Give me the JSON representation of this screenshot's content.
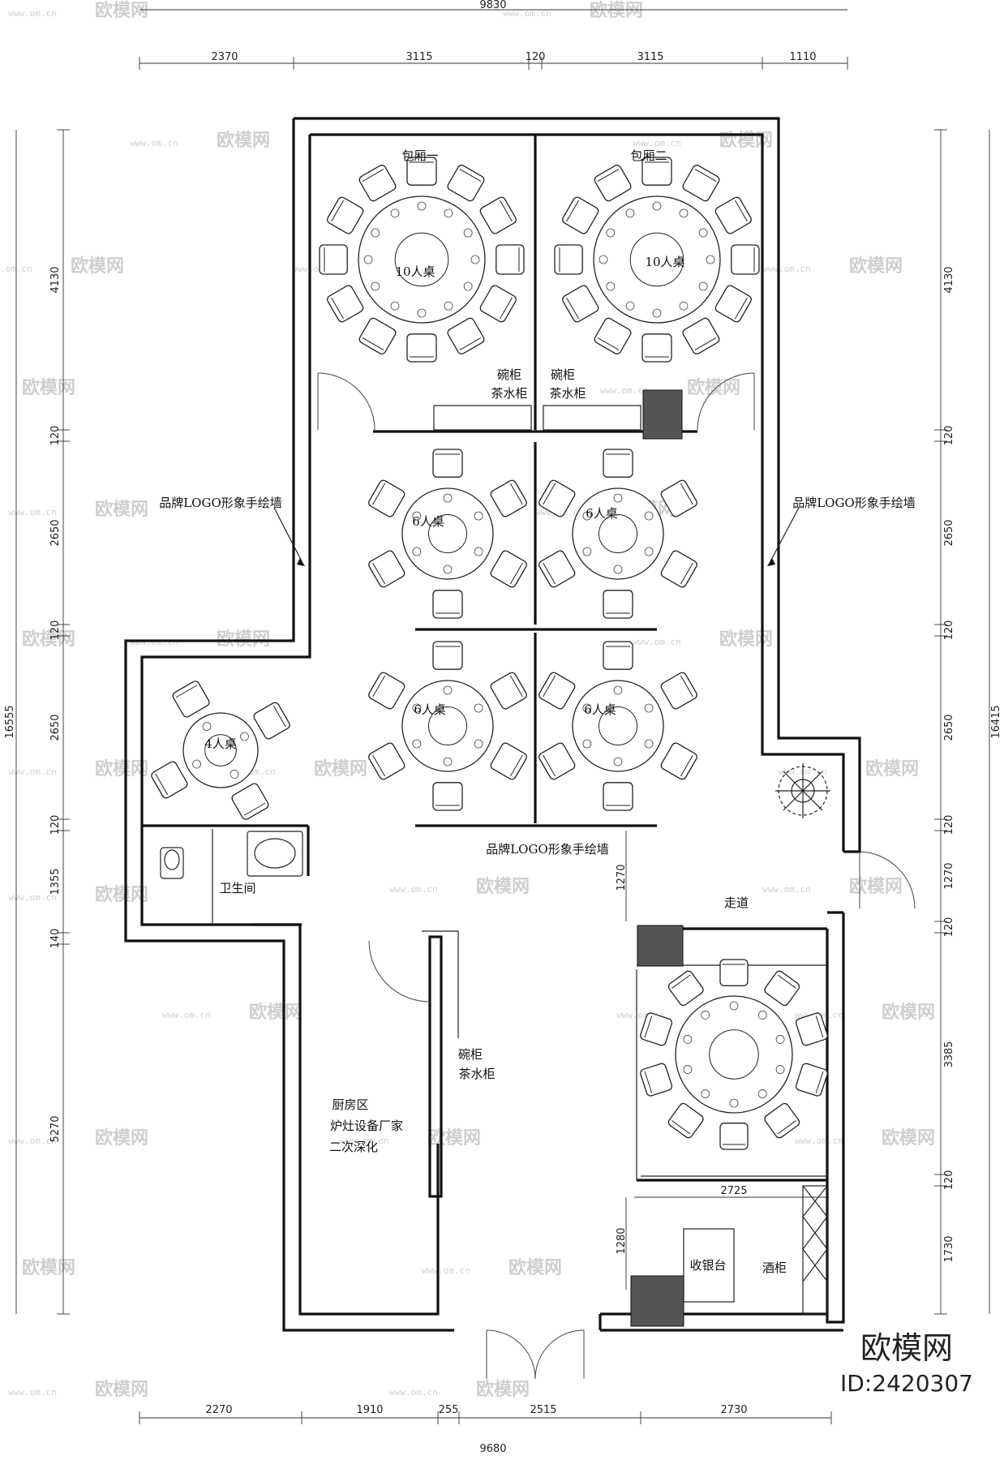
{
  "dimensions": {
    "top_total": "9830",
    "top_segments": [
      "2370",
      "3115",
      "120",
      "3115",
      "1110"
    ],
    "bottom_total": "9680",
    "bottom_segments": [
      "2270",
      "1910",
      "255",
      "2515",
      "2730"
    ],
    "left_total": "16555",
    "left_segments": [
      "4130",
      "120",
      "2650",
      "120",
      "2650",
      "120",
      "1355",
      "140",
      "5270"
    ],
    "right_total": "16415",
    "right_segments": [
      "4130",
      "120",
      "2650",
      "120",
      "2650",
      "120",
      "1270",
      "120",
      "3385",
      "120",
      "1730"
    ],
    "inner": [
      "1270",
      "2725",
      "1280"
    ]
  },
  "rooms": {
    "private_room_1": "包厢一",
    "private_room_2": "包厢二",
    "cabinet_1_line1": "碗柜",
    "cabinet_1_line2": "茶水柜",
    "cabinet_2_line1": "碗柜",
    "cabinet_2_line2": "茶水柜",
    "logo_wall_left": "品牌LOGO形象手绘墙",
    "logo_wall_right": "品牌LOGO形象手绘墙",
    "logo_wall_center": "品牌LOGO形象手绘墙",
    "toilet": "卫生间",
    "corridor": "走道",
    "kitchen_line1": "厨房区",
    "kitchen_line2": "炉灶设备厂家",
    "kitchen_line3": "二次深化",
    "cabinet_3_line1": "碗柜",
    "cabinet_3_line2": "茶水柜",
    "cashier": "收银台",
    "wine_cabinet": "酒柜"
  },
  "tables": {
    "t10_a": "10人桌",
    "t10_b": "10人桌",
    "t6_a": "6人桌",
    "t6_b": "6人桌",
    "t6_c": "6人桌",
    "t6_d": "6人桌",
    "t4": "4人桌"
  },
  "watermark": {
    "text": "欧模网",
    "url": "www.om.cn"
  },
  "branding": {
    "name": "欧模网",
    "id": "ID:2420307"
  }
}
